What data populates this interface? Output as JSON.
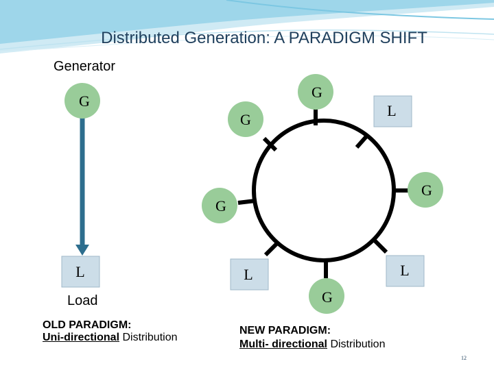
{
  "slide": {
    "title": "Distributed Generation: A PARADIGM SHIFT",
    "generator_label": "Generator",
    "load_label": "Load",
    "page_number": "12"
  },
  "old": {
    "node_top": "G",
    "node_bottom": "L",
    "caption_line1": "OLD PARADIGM:",
    "caption_underlined": "Uni-directional",
    "caption_rest": " Distribution"
  },
  "new": {
    "nodes": {
      "g_top": "G",
      "g_upper_left": "G",
      "l_upper_right": "L",
      "g_right": "G",
      "g_left": "G",
      "l_lower_left": "L",
      "l_lower_right": "L",
      "g_bottom": "G"
    },
    "caption_line1": "NEW PARADIGM:",
    "caption_underlined": "Multi- directional",
    "caption_rest": " Distribution"
  },
  "colors": {
    "generator_fill": "#99cc99",
    "load_fill": "#ccdde8",
    "arrow": "#2d6e8e",
    "title": "#1f3f5c",
    "wave": "#8fd0e8"
  }
}
